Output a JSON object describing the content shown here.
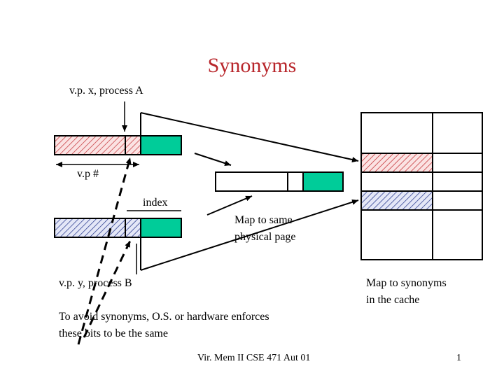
{
  "slide": {
    "title": "Synonyms",
    "colors": {
      "title": "#b8262b",
      "red_hatch": "#c0282d",
      "red_bg": "#fbe3e3",
      "blue_hatch": "#1c2e86",
      "blue_bg": "#e4e7f7",
      "green": "#00cc99"
    }
  },
  "labels": {
    "vp_x": "v.p. x, process A",
    "vp_num": "v.p #",
    "index": "index",
    "map_same_line1": "Map to same",
    "map_same_line2": "physical page",
    "vp_y": "v.p. y, process B",
    "map_syn_line1": "Map to synonyms",
    "map_syn_line2": "in the cache",
    "avoid_line1": "To avoid synonyms, O.S. or hardware enforces",
    "avoid_line2": "these bits to be the same"
  },
  "footer": {
    "course": "Vir. Mem II CSE 471 Aut 01",
    "page": "1"
  }
}
